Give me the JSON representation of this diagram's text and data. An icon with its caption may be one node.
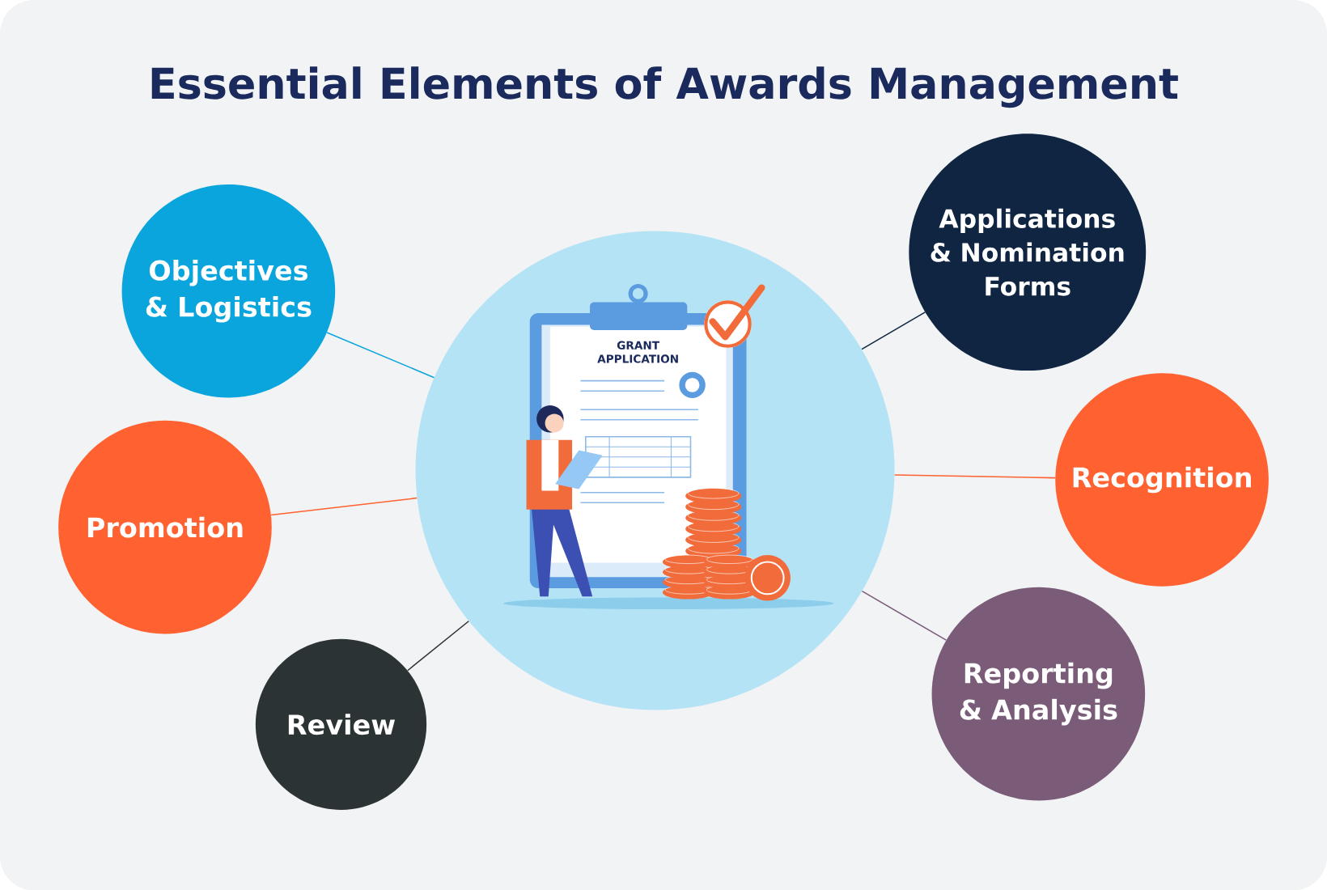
{
  "diagram": {
    "title": "Essential Elements of Awards Management",
    "nodes": [
      {
        "text": [
          "GRANT APPLICATION"
        ]
      },
      {
        "text": [
          "Objectives & Logistics"
        ]
      },
      {
        "text": [
          "Applications & Nomination Forms"
        ]
      },
      {
        "text": [
          "Promotion"
        ]
      },
      {
        "text": [
          "Recognition"
        ]
      },
      {
        "text": [
          "Review"
        ]
      },
      {
        "text": [
          "Reporting & Analysis"
        ]
      }
    ],
    "edges": [
      {
        "from": 0,
        "to": 1,
        "arrow": "none",
        "color": "#0aa5dd"
      },
      {
        "from": 0,
        "to": 2,
        "arrow": "none",
        "color": "#0f2542"
      },
      {
        "from": 0,
        "to": 3,
        "arrow": "none",
        "color": "#ff6130"
      },
      {
        "from": 0,
        "to": 4,
        "arrow": "none",
        "color": "#ff6130"
      },
      {
        "from": 0,
        "to": 5,
        "arrow": "none",
        "color": "#2c3335"
      },
      {
        "from": 0,
        "to": 6,
        "arrow": "none",
        "color": "#7a5c78"
      }
    ]
  }
}
